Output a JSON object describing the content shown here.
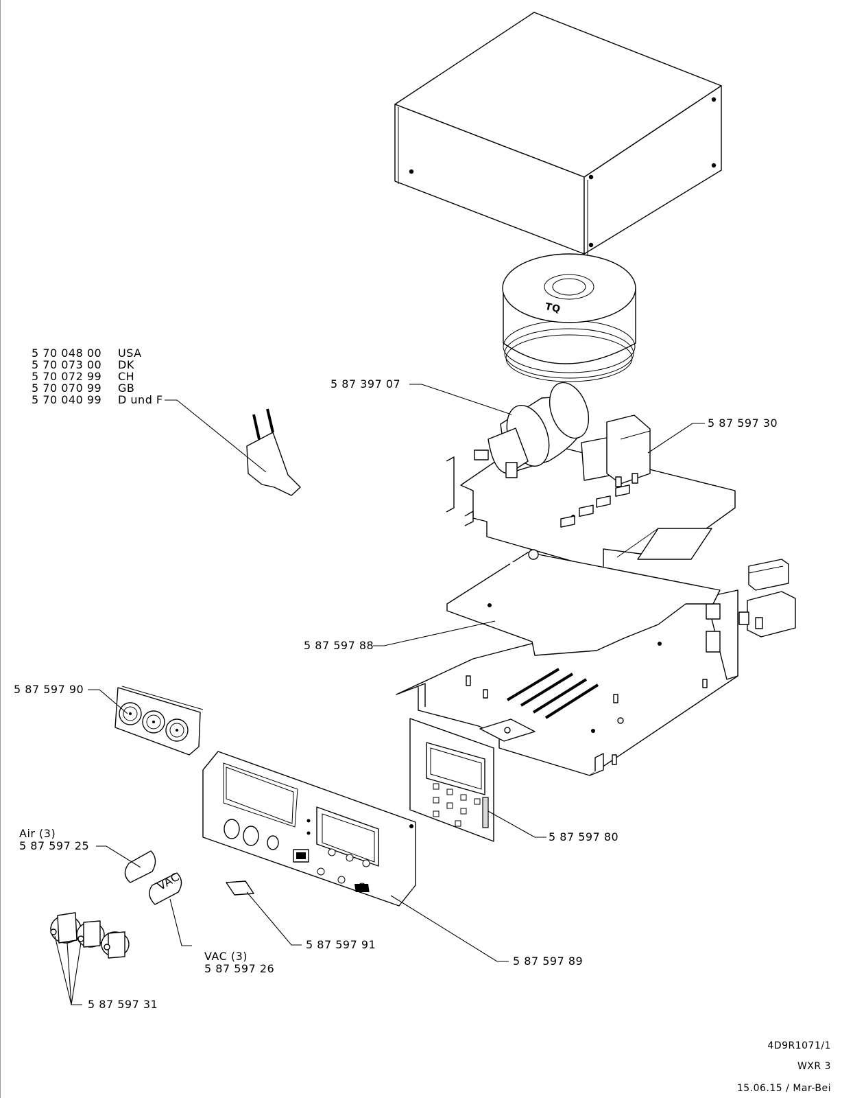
{
  "diagram": {
    "power_cord_variants": [
      {
        "part_no": "5 70 048 00",
        "country": "USA"
      },
      {
        "part_no": "5 70 073 00",
        "country": "DK"
      },
      {
        "part_no": "5 70 072 99",
        "country": "CH"
      },
      {
        "part_no": "5 70 070 99",
        "country": "GB"
      },
      {
        "part_no": "5 70 040 99",
        "country": "D und F"
      }
    ],
    "callouts": {
      "pump": "5 87 397 07",
      "valve": "5 87 597 30",
      "insulation_plate": "5 87 597 88",
      "socket_panel": "5 87 597 90",
      "display_board": "5 87 597 80",
      "air_caption": "Air (3)",
      "air_part": "5 87 597 25",
      "vac_caption": "VAC (3)",
      "vac_part": "5 87 597 26",
      "power_switch": "5 87 597 91",
      "front_panel": "5 87 597 89",
      "knobs": "5 87 597 31"
    },
    "transformer_logo": "TQ",
    "title_block": {
      "drawing_no": "4D9R1071/1",
      "model": "WXR 3",
      "date_author": "15.06.15 / Mar-Bei"
    }
  }
}
